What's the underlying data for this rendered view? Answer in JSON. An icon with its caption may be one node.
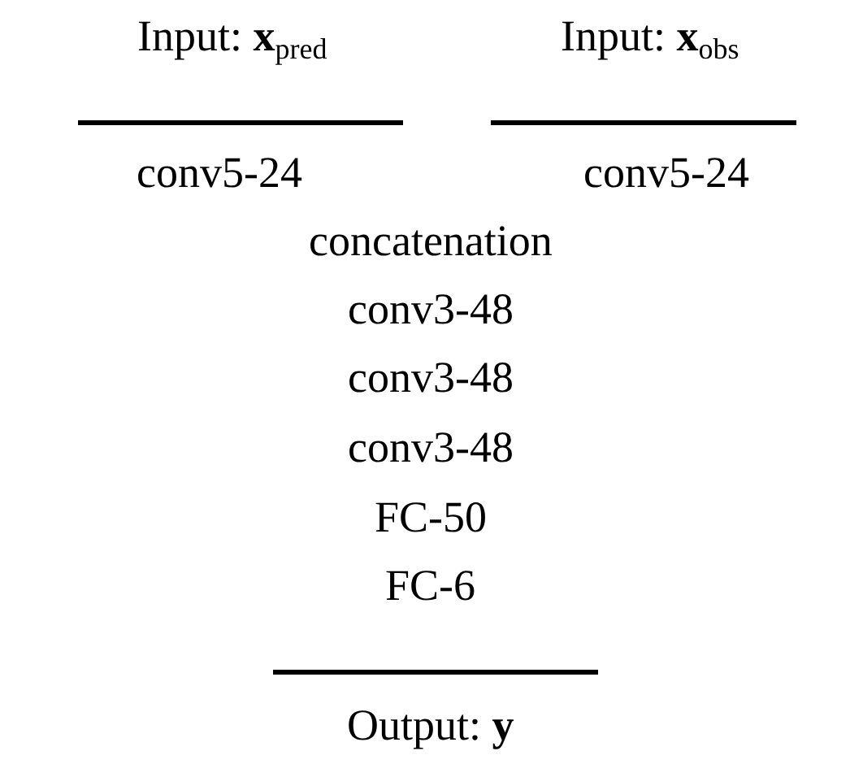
{
  "diagram": {
    "labels": [
      "Input: **x**$_{pred}$",
      "Input: **x**$_{obs}$",
      "conv5-24",
      "conv5-24",
      "concatenation",
      "conv3-48",
      "conv3-48",
      "conv3-48",
      "FC-50",
      "FC-6",
      "Output: **y**"
    ]
  }
}
